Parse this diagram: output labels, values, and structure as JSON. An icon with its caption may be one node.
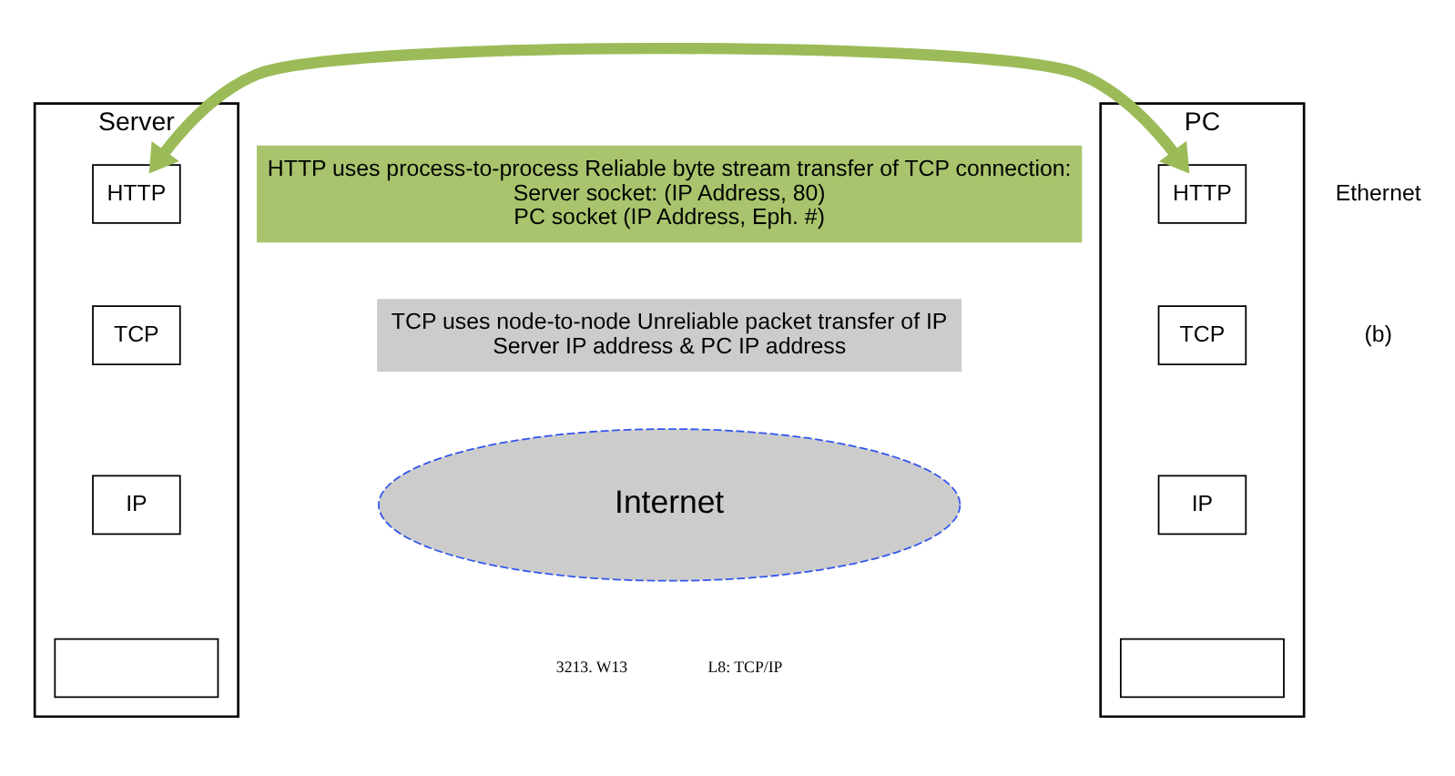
{
  "diagram": {
    "nodes": [
      {
        "text": [
          "Server"
        ]
      },
      {
        "text": [
          "HTTP"
        ],
        "in": 0
      },
      {
        "text": [
          "TCP"
        ],
        "in": 0
      },
      {
        "text": [
          "IP"
        ],
        "in": 0
      },
      {
        "text": [],
        "shape": "box",
        "in": 0
      },
      {
        "text": [
          "PC"
        ]
      },
      {
        "text": [
          "HTTP"
        ],
        "in": 5
      },
      {
        "text": [
          "TCP"
        ],
        "in": 5
      },
      {
        "text": [
          "IP"
        ],
        "in": 5
      },
      {
        "text": [],
        "shape": "box",
        "in": 5
      },
      {
        "text": [
          "HTTP uses process-to-process Reliable byte stream transfer of TCP connection:",
          "Server socket: (IP Address, 80)",
          "PC socket (IP Address, Eph. #)"
        ]
      },
      {
        "text": [
          "TCP uses node-to-node Unreliable packet transfer of IP",
          "Server IP address & PC IP address"
        ]
      },
      {
        "text": [
          "Internet"
        ]
      }
    ],
    "edges": [
      {
        "from": 1,
        "to": 6,
        "arrow": "both",
        "color": "#9bbb59"
      }
    ],
    "labels": [
      "Ethernet",
      "(b)",
      "3213. W13",
      "L8: TCP/IP"
    ]
  }
}
